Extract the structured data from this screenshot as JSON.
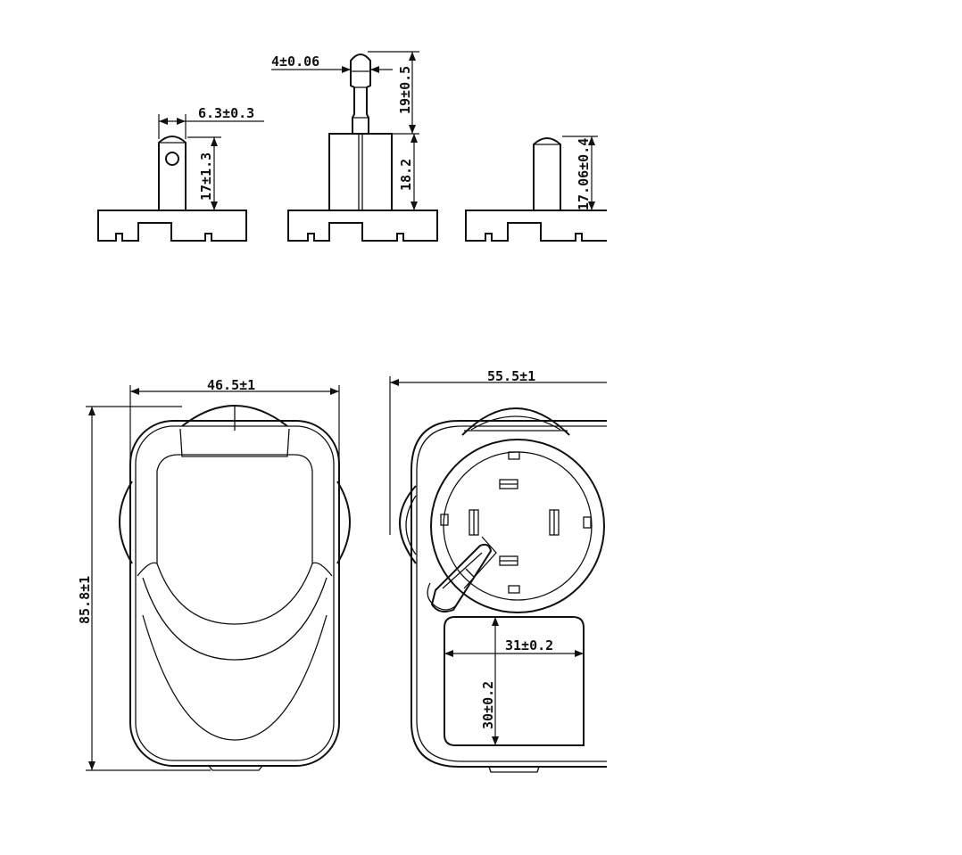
{
  "dimensions": {
    "pin_round_width": "6.3±0.3",
    "pin_round_height": "17±1.3",
    "pin_tip_diameter": "4±0.06",
    "pin_tip_height": "19±0.5",
    "pin_base_height": "18.2",
    "pin_flat_height": "17.06±0.4",
    "body_width": "46.5±1",
    "body_height": "85.8±1",
    "side_width": "55.5±1",
    "label_width": "31±0.2",
    "label_height": "30±0.2"
  }
}
